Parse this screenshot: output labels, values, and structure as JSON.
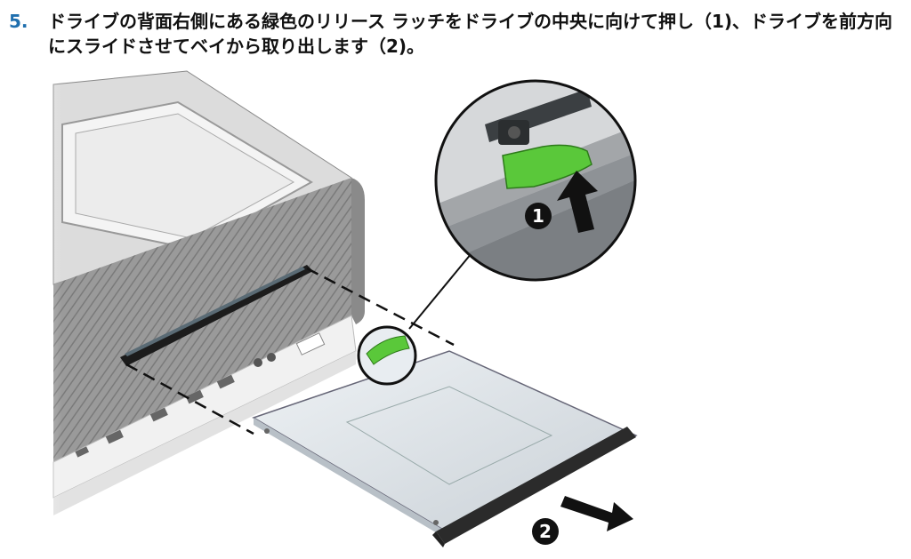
{
  "step": {
    "number": "5.",
    "text": "ドライブの背面右側にある緑色のリリース ラッチをドライブの中央に向けて押し（1)、ドライブを前方向にスライドさせてベイから取り出します（2)。"
  },
  "callouts": [
    "1",
    "2"
  ],
  "colors": {
    "step_number": "#1f6fae",
    "latch": "#5ac83a",
    "chassis_grey": "#8a8a8a",
    "drive_body": "#d9dfe5",
    "bezel": "#2b2b2b"
  }
}
